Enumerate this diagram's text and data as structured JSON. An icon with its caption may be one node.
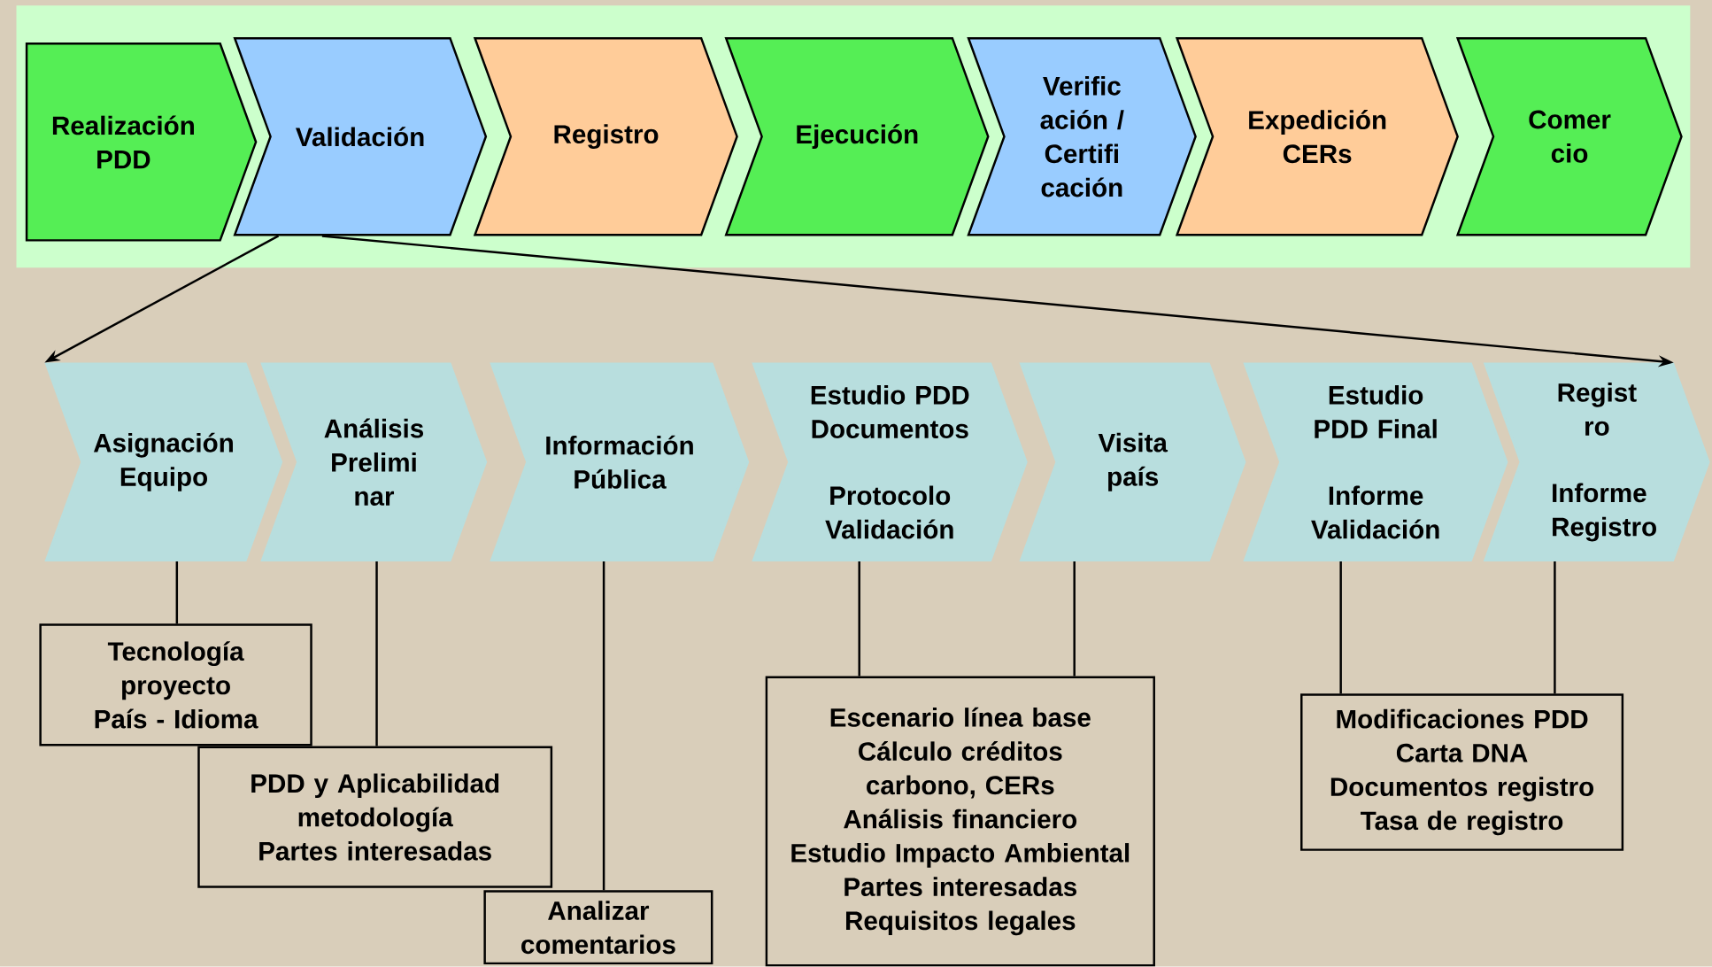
{
  "diagram": {
    "nodes": [
      {
        "text": [
          "Realización PDD"
        ]
      },
      {
        "text": [
          "Validación"
        ]
      },
      {
        "text": [
          "Registro"
        ]
      },
      {
        "text": [
          "Ejecución"
        ]
      },
      {
        "text": [
          "Verific ación / Certifi cación"
        ]
      },
      {
        "text": [
          "Expedición CERs"
        ]
      },
      {
        "text": [
          "Comer cio"
        ]
      },
      {
        "text": [
          "Asignación Equipo"
        ]
      },
      {
        "text": [
          "Análisis Prelimi nar"
        ]
      },
      {
        "text": [
          "Información Pública"
        ]
      },
      {
        "text": [
          "Estudio PDD Documentos",
          "Protocolo Validación"
        ]
      },
      {
        "text": [
          "Visita país"
        ]
      },
      {
        "text": [
          "Estudio PDD Final",
          "Informe Validación"
        ]
      },
      {
        "text": [
          "Regist ro",
          "Informe Registro"
        ]
      },
      {
        "text": [
          "Tecnología proyecto",
          "País - Idioma"
        ]
      },
      {
        "text": [
          "PDD y Aplicabilidad metodología",
          "Partes interesadas"
        ]
      },
      {
        "text": [
          "Analizar comentarios"
        ]
      },
      {
        "text": [
          "Escenario línea base",
          "Cálculo créditos carbono, CERs",
          "Análisis financiero",
          "Estudio Impacto Ambiental",
          "Partes interesadas",
          "Requisitos legales"
        ]
      },
      {
        "text": [
          "Modificaciones PDD",
          "Carta DNA",
          "Documentos registro",
          "Tasa de registro"
        ]
      }
    ],
    "edges": [
      {
        "from": 1,
        "to": 7,
        "arrow": "to"
      },
      {
        "from": 1,
        "to": 13,
        "arrow": "to"
      },
      {
        "from": 7,
        "to": 14,
        "arrow": "none"
      },
      {
        "from": 8,
        "to": 15,
        "arrow": "none"
      },
      {
        "from": 9,
        "to": 16,
        "arrow": "none"
      },
      {
        "from": 10,
        "to": 17,
        "arrow": "none"
      },
      {
        "from": 11,
        "to": 17,
        "arrow": "none"
      },
      {
        "from": 12,
        "to": 18,
        "arrow": "none"
      },
      {
        "from": 13,
        "to": 18,
        "arrow": "none"
      }
    ]
  }
}
